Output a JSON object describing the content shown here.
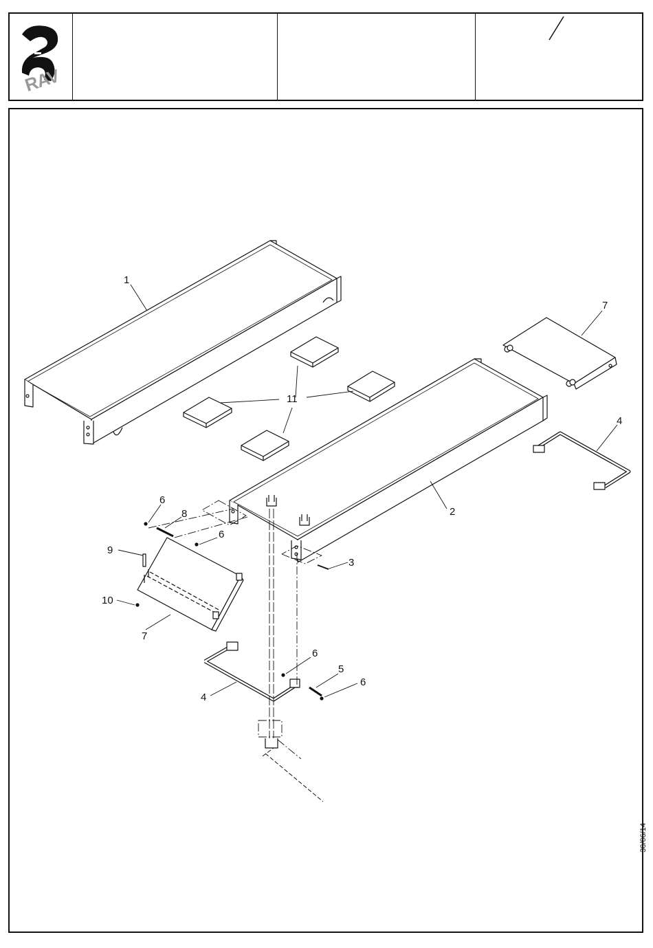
{
  "header": {
    "logo_text": "RAV",
    "cells": [
      "",
      "",
      ""
    ],
    "slash_mark": "/"
  },
  "callouts": [
    {
      "label": "1",
      "part": "platform"
    },
    {
      "label": "2",
      "part": "platform"
    },
    {
      "label": "3",
      "part": "pin"
    },
    {
      "label": "4",
      "part": "handle"
    },
    {
      "label": "4",
      "part": "handle"
    },
    {
      "label": "5",
      "part": "pin"
    },
    {
      "label": "6",
      "part": "clip"
    },
    {
      "label": "6",
      "part": "clip"
    },
    {
      "label": "6",
      "part": "clip"
    },
    {
      "label": "6",
      "part": "clip"
    },
    {
      "label": "7",
      "part": "extension-plate"
    },
    {
      "label": "7",
      "part": "extension-plate"
    },
    {
      "label": "8",
      "part": "pin"
    },
    {
      "label": "9",
      "part": "bolt"
    },
    {
      "label": "10",
      "part": "nut"
    },
    {
      "label": "11",
      "part": "rubber-pad"
    }
  ],
  "date_stamp": "30/06/14"
}
